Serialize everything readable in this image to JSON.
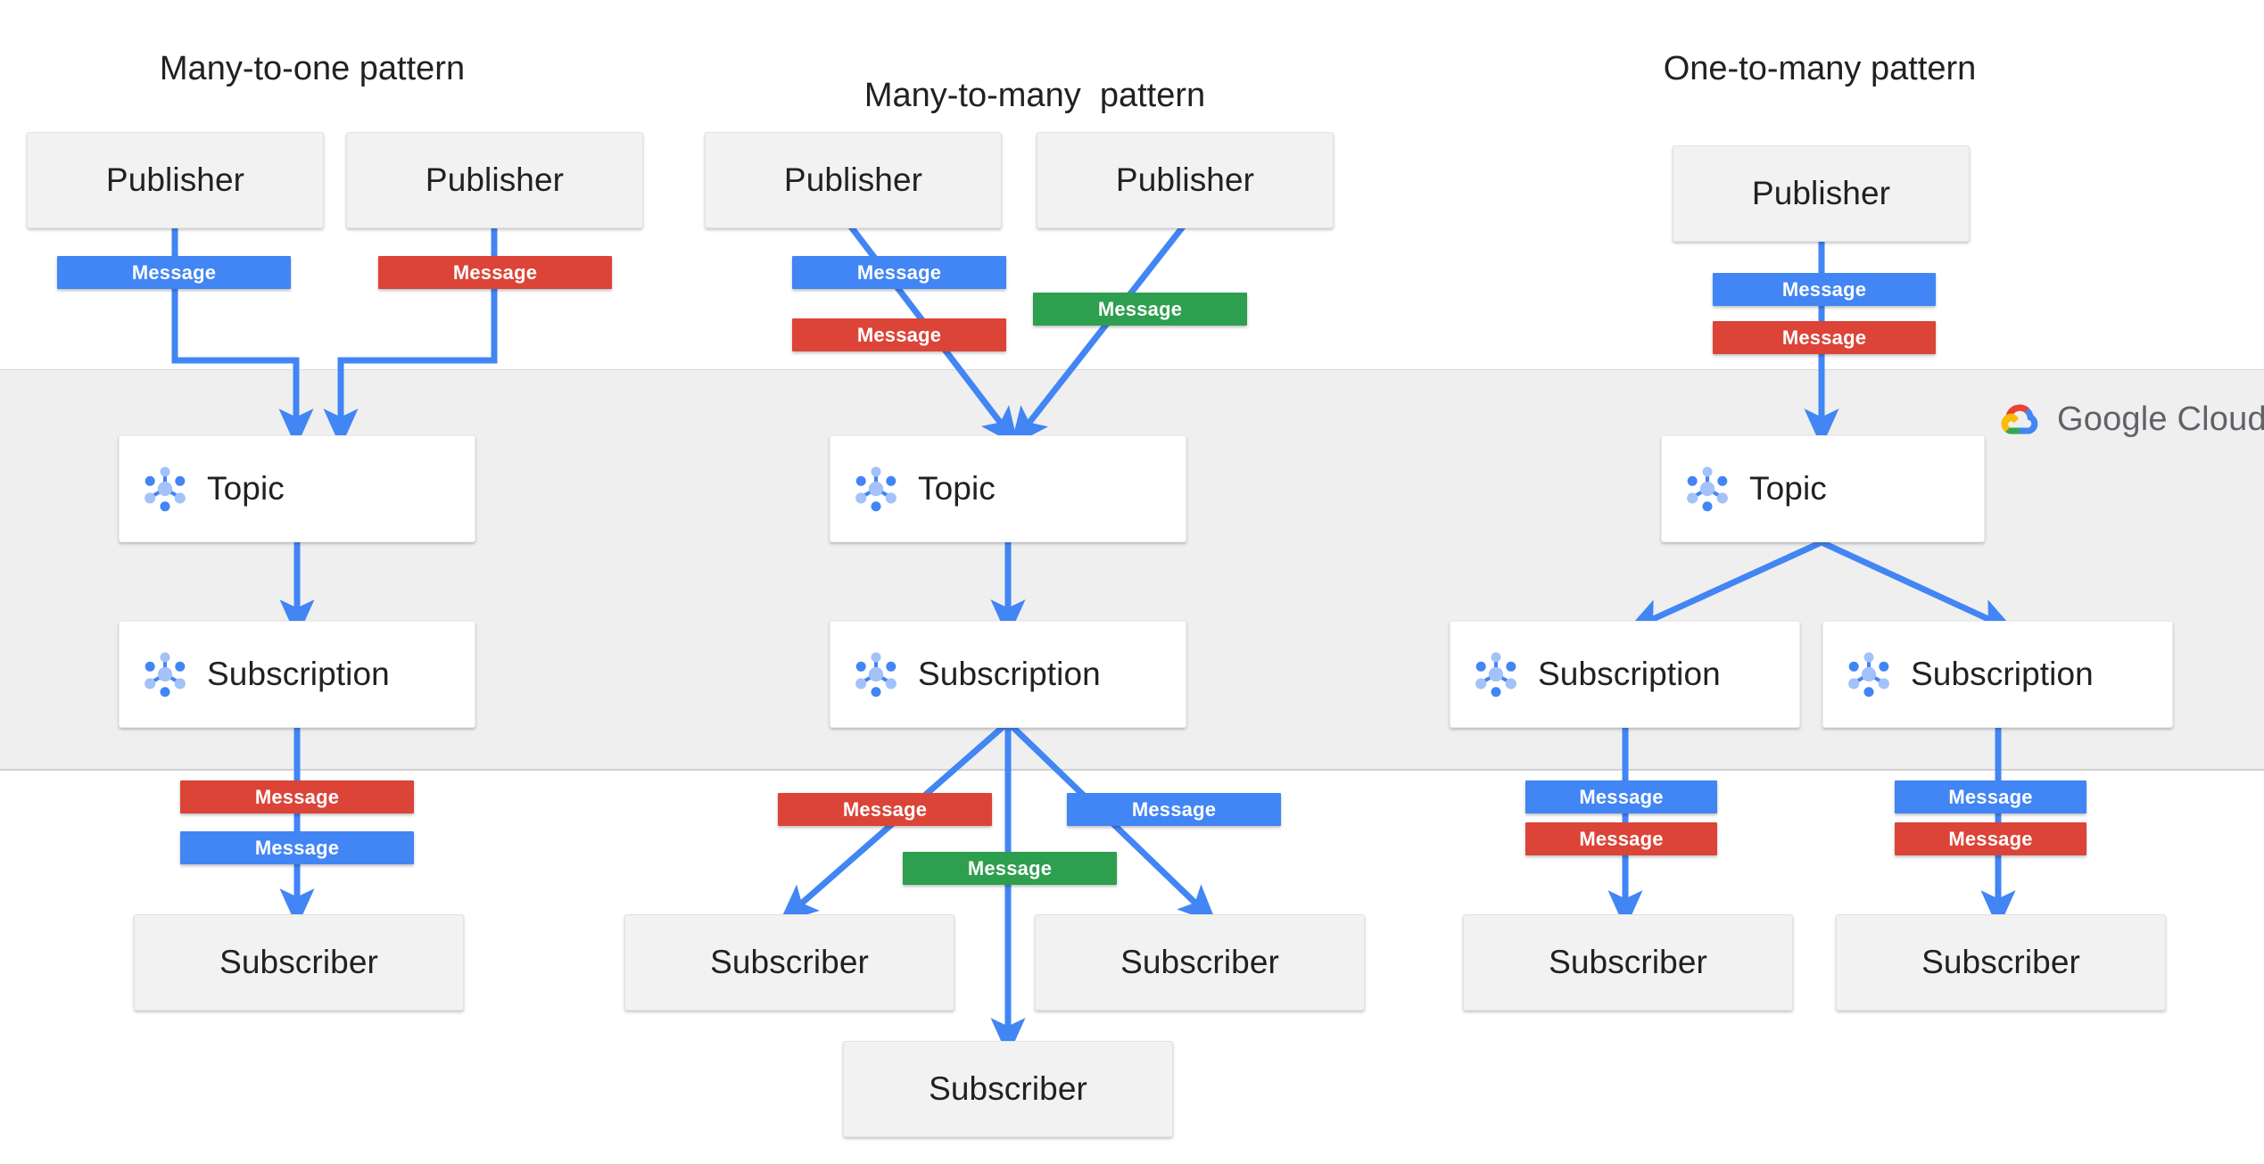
{
  "theme": {
    "blue": "#4285F4",
    "red": "#DB4437",
    "green": "#2E9E4F",
    "band_gray": "#EFEFEF",
    "box_gray": "#F2F2F2",
    "box_white": "#FFFFFF",
    "text_dark": "#202124",
    "logo_text_gray": "#5F6368"
  },
  "brand": {
    "logo_icon": "google-cloud-logo-icon",
    "name": "Google Cloud"
  },
  "labels": {
    "publisher": "Publisher",
    "subscriber": "Subscriber",
    "topic": "Topic",
    "subscription": "Subscription",
    "message": "Message",
    "pubsub_icon": "pubsub-node-icon"
  },
  "patterns": [
    {
      "id": "many-to-one",
      "title": "Many-to-one pattern",
      "publishers": [
        {
          "label": "Publisher",
          "message": {
            "label": "Message",
            "color": "blue"
          }
        },
        {
          "label": "Publisher",
          "message": {
            "label": "Message",
            "color": "red"
          }
        }
      ],
      "topics": [
        {
          "label": "Topic"
        }
      ],
      "subscriptions": [
        {
          "label": "Subscription"
        }
      ],
      "delivery_messages": [
        {
          "label": "Message",
          "color": "red"
        },
        {
          "label": "Message",
          "color": "blue"
        }
      ],
      "subscribers": [
        {
          "label": "Subscriber"
        }
      ]
    },
    {
      "id": "many-to-many",
      "title": "Many-to-many  pattern",
      "publishers": [
        {
          "label": "Publisher",
          "message": {
            "label": "Message",
            "color": "blue"
          }
        },
        {
          "label": "Publisher",
          "message": {
            "label": "Message",
            "color": "green"
          }
        }
      ],
      "extra_publish_messages": [
        {
          "label": "Message",
          "color": "red"
        }
      ],
      "topics": [
        {
          "label": "Topic"
        }
      ],
      "subscriptions": [
        {
          "label": "Subscription"
        }
      ],
      "delivery_messages": [
        {
          "label": "Message",
          "color": "red"
        },
        {
          "label": "Message",
          "color": "blue"
        },
        {
          "label": "Message",
          "color": "green"
        }
      ],
      "subscribers": [
        {
          "label": "Subscriber"
        },
        {
          "label": "Subscriber"
        },
        {
          "label": "Subscriber"
        }
      ]
    },
    {
      "id": "one-to-many",
      "title": "One-to-many pattern",
      "publishers": [
        {
          "label": "Publisher",
          "message": {
            "label": "Message",
            "color": "blue"
          }
        }
      ],
      "extra_publish_messages": [
        {
          "label": "Message",
          "color": "red"
        }
      ],
      "topics": [
        {
          "label": "Topic"
        }
      ],
      "subscriptions": [
        {
          "label": "Subscription"
        },
        {
          "label": "Subscription"
        }
      ],
      "delivery_messages": [
        {
          "label": "Message",
          "color": "blue"
        },
        {
          "label": "Message",
          "color": "red"
        },
        {
          "label": "Message",
          "color": "blue"
        },
        {
          "label": "Message",
          "color": "red"
        }
      ],
      "subscribers": [
        {
          "label": "Subscriber"
        },
        {
          "label": "Subscriber"
        }
      ]
    }
  ]
}
